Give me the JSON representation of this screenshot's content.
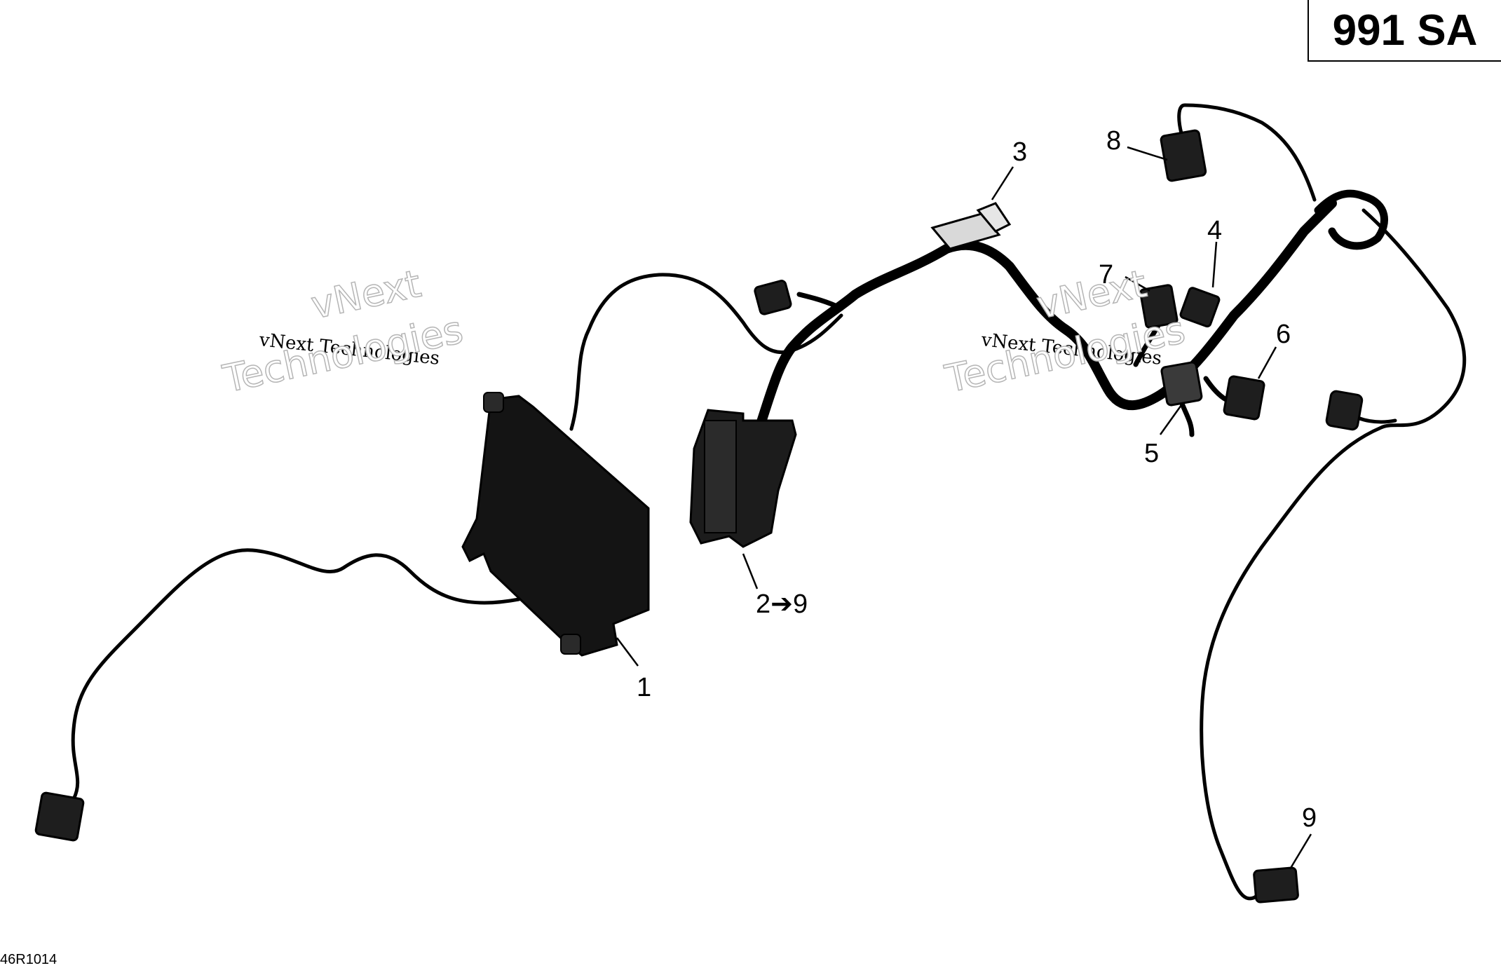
{
  "engine_tag": "991 SA",
  "figure_code": "46R1014",
  "watermark": {
    "line_text": "vNext Technologies",
    "brand_top": "vNext",
    "brand_bottom": "Technologies"
  },
  "callouts": [
    {
      "id": "1",
      "label": "1"
    },
    {
      "id": "2",
      "label": "2➔9"
    },
    {
      "id": "3",
      "label": "3"
    },
    {
      "id": "4",
      "label": "4"
    },
    {
      "id": "5",
      "label": "5"
    },
    {
      "id": "6",
      "label": "6"
    },
    {
      "id": "7",
      "label": "7"
    },
    {
      "id": "8",
      "label": "8"
    },
    {
      "id": "9",
      "label": "9"
    }
  ],
  "colors": {
    "line": "#000000",
    "module": "#141414",
    "connector_light": "#d9d9d9",
    "watermark_outline": "#b5b5b5"
  }
}
